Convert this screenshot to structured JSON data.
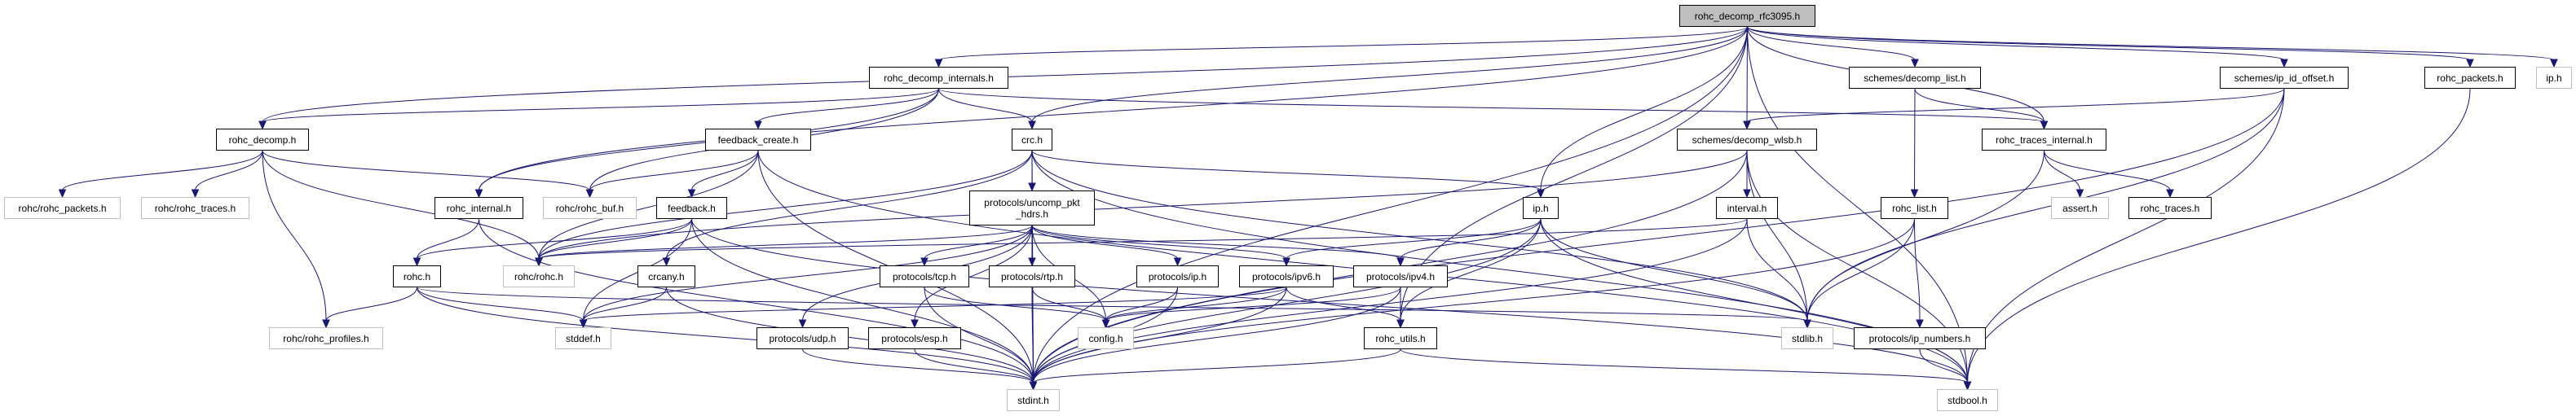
{
  "graph": {
    "title": "rohc_decomp_rfc3095.h include dependency graph",
    "colors": {
      "edge": "#191970",
      "root_fill": "#bfbfbf",
      "local_border": "#000000",
      "system_border": "#bfbfbf"
    },
    "nodes": [
      {
        "id": "rfc3095",
        "label": "rohc_decomp_rfc3095.h",
        "kind": "root"
      },
      {
        "id": "decomp_internals",
        "label": "rohc_decomp_internals.h",
        "kind": "local"
      },
      {
        "id": "decomp_list",
        "label": "schemes/decomp_list.h",
        "kind": "local"
      },
      {
        "id": "ip_id_offset",
        "label": "schemes/ip_id_offset.h",
        "kind": "local"
      },
      {
        "id": "rohc_packets",
        "label": "rohc_packets.h",
        "kind": "local"
      },
      {
        "id": "ip_sys",
        "label": "ip.h",
        "kind": "system"
      },
      {
        "id": "rohc_decomp",
        "label": "rohc_decomp.h",
        "kind": "local"
      },
      {
        "id": "feedback_create",
        "label": "feedback_create.h",
        "kind": "local"
      },
      {
        "id": "crc",
        "label": "crc.h",
        "kind": "local"
      },
      {
        "id": "decomp_wlsb",
        "label": "schemes/decomp_wlsb.h",
        "kind": "local"
      },
      {
        "id": "traces_internal",
        "label": "rohc_traces_internal.h",
        "kind": "local"
      },
      {
        "id": "r_packets",
        "label": "rohc/rohc_packets.h",
        "kind": "system"
      },
      {
        "id": "r_traces",
        "label": "rohc/rohc_traces.h",
        "kind": "system"
      },
      {
        "id": "rohc_internal",
        "label": "rohc_internal.h",
        "kind": "local"
      },
      {
        "id": "r_buf",
        "label": "rohc/rohc_buf.h",
        "kind": "system"
      },
      {
        "id": "feedback",
        "label": "feedback.h",
        "kind": "local"
      },
      {
        "id": "uncomp",
        "label": "protocols/uncomp_pkt\n_hdrs.h",
        "kind": "local"
      },
      {
        "id": "ip_loc",
        "label": "ip.h",
        "kind": "local"
      },
      {
        "id": "interval",
        "label": "interval.h",
        "kind": "local"
      },
      {
        "id": "rohc_list",
        "label": "rohc_list.h",
        "kind": "local"
      },
      {
        "id": "assert",
        "label": "assert.h",
        "kind": "system"
      },
      {
        "id": "rohc_traces",
        "label": "rohc_traces.h",
        "kind": "local"
      },
      {
        "id": "rohc_h",
        "label": "rohc.h",
        "kind": "local"
      },
      {
        "id": "r_rohc",
        "label": "rohc/rohc.h",
        "kind": "system"
      },
      {
        "id": "crcany",
        "label": "crcany.h",
        "kind": "local"
      },
      {
        "id": "tcp",
        "label": "protocols/tcp.h",
        "kind": "local"
      },
      {
        "id": "rtp",
        "label": "protocols/rtp.h",
        "kind": "local"
      },
      {
        "id": "p_ip",
        "label": "protocols/ip.h",
        "kind": "local"
      },
      {
        "id": "ipv6",
        "label": "protocols/ipv6.h",
        "kind": "local"
      },
      {
        "id": "ipv4",
        "label": "protocols/ipv4.h",
        "kind": "local"
      },
      {
        "id": "r_profiles",
        "label": "rohc/rohc_profiles.h",
        "kind": "system"
      },
      {
        "id": "stddef",
        "label": "stddef.h",
        "kind": "system"
      },
      {
        "id": "udp",
        "label": "protocols/udp.h",
        "kind": "local"
      },
      {
        "id": "esp",
        "label": "protocols/esp.h",
        "kind": "local"
      },
      {
        "id": "config",
        "label": "config.h",
        "kind": "system"
      },
      {
        "id": "rohc_utils",
        "label": "rohc_utils.h",
        "kind": "local"
      },
      {
        "id": "stdlib",
        "label": "stdlib.h",
        "kind": "system"
      },
      {
        "id": "ip_numbers",
        "label": "protocols/ip_numbers.h",
        "kind": "local"
      },
      {
        "id": "stdint",
        "label": "stdint.h",
        "kind": "system"
      },
      {
        "id": "stdbool",
        "label": "stdbool.h",
        "kind": "system"
      }
    ],
    "edges": [
      [
        "rfc3095",
        "rohc_decomp"
      ],
      [
        "rfc3095",
        "decomp_internals"
      ],
      [
        "rfc3095",
        "crc"
      ],
      [
        "rfc3095",
        "decomp_wlsb"
      ],
      [
        "rfc3095",
        "decomp_list"
      ],
      [
        "rfc3095",
        "ip_id_offset"
      ],
      [
        "rfc3095",
        "rohc_packets"
      ],
      [
        "rfc3095",
        "ip_sys"
      ],
      [
        "rfc3095",
        "rohc_utils"
      ],
      [
        "rfc3095",
        "stdbool"
      ],
      [
        "rfc3095",
        "stdint"
      ],
      [
        "rfc3095",
        "rohc_internal"
      ],
      [
        "rfc3095",
        "traces_internal"
      ],
      [
        "rfc3095",
        "ip_loc"
      ],
      [
        "decomp_internals",
        "rohc_decomp"
      ],
      [
        "decomp_internals",
        "feedback_create"
      ],
      [
        "decomp_internals",
        "crc"
      ],
      [
        "decomp_internals",
        "traces_internal"
      ],
      [
        "decomp_internals",
        "rohc_internal"
      ],
      [
        "decomp_internals",
        "r_buf"
      ],
      [
        "rohc_decomp",
        "r_packets"
      ],
      [
        "rohc_decomp",
        "r_traces"
      ],
      [
        "rohc_decomp",
        "r_profiles"
      ],
      [
        "rohc_decomp",
        "r_rohc"
      ],
      [
        "rohc_decomp",
        "r_buf"
      ],
      [
        "feedback_create",
        "feedback"
      ],
      [
        "feedback_create",
        "r_buf"
      ],
      [
        "feedback_create",
        "stdint"
      ],
      [
        "feedback_create",
        "stdbool"
      ],
      [
        "feedback_create",
        "r_rohc"
      ],
      [
        "feedback",
        "rohc_h"
      ],
      [
        "feedback",
        "stddef"
      ],
      [
        "feedback",
        "stdint"
      ],
      [
        "feedback",
        "stdbool"
      ],
      [
        "feedback",
        "r_rohc"
      ],
      [
        "crc",
        "uncomp"
      ],
      [
        "crc",
        "crcany"
      ],
      [
        "crc",
        "ip_loc"
      ],
      [
        "crc",
        "stdint"
      ],
      [
        "crc",
        "stdbool"
      ],
      [
        "crc",
        "r_rohc"
      ],
      [
        "crc",
        "stdlib"
      ],
      [
        "uncomp",
        "tcp"
      ],
      [
        "uncomp",
        "rtp"
      ],
      [
        "uncomp",
        "p_ip"
      ],
      [
        "uncomp",
        "ipv6"
      ],
      [
        "uncomp",
        "ipv4"
      ],
      [
        "uncomp",
        "udp"
      ],
      [
        "uncomp",
        "esp"
      ],
      [
        "uncomp",
        "config"
      ],
      [
        "uncomp",
        "stdint"
      ],
      [
        "uncomp",
        "stddef"
      ],
      [
        "uncomp",
        "r_rohc"
      ],
      [
        "rohc_internal",
        "rohc_h"
      ],
      [
        "rohc_internal",
        "stdint"
      ],
      [
        "rohc_h",
        "r_profiles"
      ],
      [
        "rohc_h",
        "stddef"
      ],
      [
        "rohc_h",
        "stdint"
      ],
      [
        "rohc_h",
        "stdlib"
      ],
      [
        "crcany",
        "stddef"
      ],
      [
        "crcany",
        "stdint"
      ],
      [
        "tcp",
        "config"
      ],
      [
        "tcp",
        "stdint"
      ],
      [
        "rtp",
        "config"
      ],
      [
        "rtp",
        "stdint"
      ],
      [
        "p_ip",
        "config"
      ],
      [
        "p_ip",
        "stdint"
      ],
      [
        "ipv6",
        "config"
      ],
      [
        "ipv6",
        "stdint"
      ],
      [
        "ipv6",
        "rohc_utils"
      ],
      [
        "ipv6",
        "stddef"
      ],
      [
        "ipv4",
        "config"
      ],
      [
        "ipv4",
        "stdint"
      ],
      [
        "ipv4",
        "rohc_utils"
      ],
      [
        "udp",
        "stdint"
      ],
      [
        "esp",
        "stdint"
      ],
      [
        "ip_loc",
        "ipv6"
      ],
      [
        "ip_loc",
        "ipv4"
      ],
      [
        "ip_loc",
        "rohc_utils"
      ],
      [
        "ip_loc",
        "stdlib"
      ],
      [
        "ip_loc",
        "stdbool"
      ],
      [
        "ip_loc",
        "stdint"
      ],
      [
        "decomp_wlsb",
        "interval"
      ],
      [
        "decomp_wlsb",
        "stdlib"
      ],
      [
        "decomp_wlsb",
        "stdbool"
      ],
      [
        "decomp_wlsb",
        "stdint"
      ],
      [
        "decomp_wlsb",
        "r_rohc"
      ],
      [
        "ip_id_offset",
        "decomp_wlsb"
      ],
      [
        "ip_id_offset",
        "stdint"
      ],
      [
        "ip_id_offset",
        "stdbool"
      ],
      [
        "ip_id_offset",
        "stdlib"
      ],
      [
        "interval",
        "stdlib"
      ],
      [
        "interval",
        "stdint"
      ],
      [
        "interval",
        "r_rohc"
      ],
      [
        "decomp_list",
        "rohc_list"
      ],
      [
        "decomp_list",
        "traces_internal"
      ],
      [
        "rohc_list",
        "stdlib"
      ],
      [
        "rohc_list",
        "ip_numbers"
      ],
      [
        "rohc_list",
        "stdint"
      ],
      [
        "ip_numbers",
        "stdbool"
      ],
      [
        "traces_internal",
        "assert"
      ],
      [
        "traces_internal",
        "rohc_traces"
      ],
      [
        "traces_internal",
        "stdlib"
      ],
      [
        "rohc_utils",
        "stdint"
      ],
      [
        "rohc_utils",
        "stdbool"
      ],
      [
        "rohc_packets",
        "stdbool"
      ]
    ]
  }
}
